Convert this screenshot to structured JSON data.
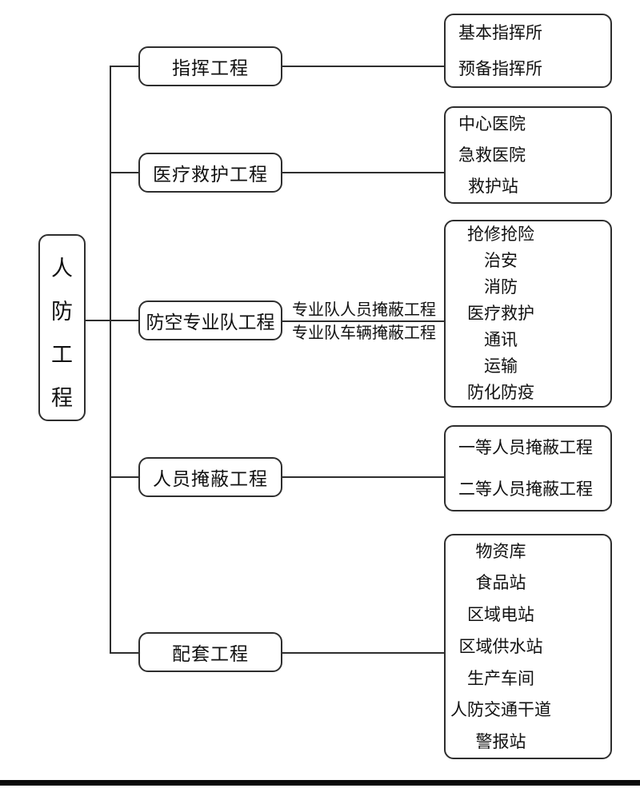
{
  "root": {
    "label": "人防工程",
    "chars": [
      "人",
      "防",
      "工",
      "程"
    ]
  },
  "branches": [
    {
      "label": "指挥工程",
      "children": [
        "基本指挥所",
        "预备指挥所"
      ]
    },
    {
      "label": "医疗救护工程",
      "children": [
        "中心医院",
        "急救医院",
        "救护站"
      ]
    },
    {
      "label": "防空专业队工程",
      "edge_label_top": "专业队人员掩蔽工程",
      "edge_label_bottom": "专业队车辆掩蔽工程",
      "children": [
        "抢修抢险",
        "治安",
        "消防",
        "医疗救护",
        "通讯",
        "运输",
        "防化防疫"
      ]
    },
    {
      "label": "人员掩蔽工程",
      "children": [
        "一等人员掩蔽工程",
        "二等人员掩蔽工程"
      ]
    },
    {
      "label": "配套工程",
      "children": [
        "物资库",
        "食品站",
        "区域电站",
        "区域供水站",
        "生产车间",
        "人防交通干道",
        "警报站"
      ]
    }
  ],
  "colors": {
    "line": "#2e2e2e",
    "text": "#111111",
    "background": "#ffffff",
    "bottom_bar": "#0a0a0a"
  }
}
